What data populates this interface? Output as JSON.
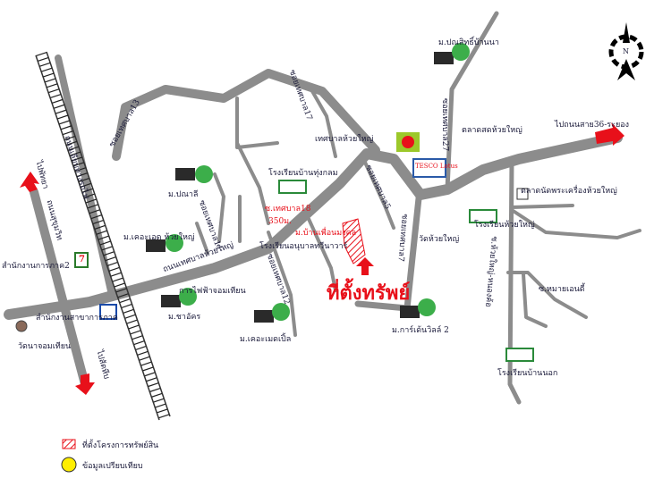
{
  "map": {
    "target_label": "ที่ตั้งทรัพย์",
    "project_label": "ม.บ้านเพื่อนมงคล",
    "distance_label": "350ม.",
    "compass_label": "N",
    "places": {
      "pananchai": "ม.ปณาลี",
      "kdoyai": "ม.เคอะเอด ห้วยใหญ่",
      "chaokha": "ม.ชาอัคร",
      "chermpeople": "ม.เคอะเมดเปิ้ล",
      "garden2": "ม.การ์เด้นวิลล์ 2",
      "prasit": "ม.ปณสิทธิ์บ้านนา",
      "school_thungklom": "โรงเรียนบ้านทุ่งกลม",
      "school_huaiyai": "โรงเรียนห้วยใหญ่",
      "school_bannong": "โรงเรียนบ้านนอก",
      "temple_huaiyai": "วัดห้วยใหญ่",
      "temple_nong": "วัดนาจอมเทียน",
      "market_huaiyai": "ตลาดสดห้วยใหญ่",
      "amulet_market": "ตลาดนัดพระเครื่องห้วยใหญ่",
      "office_region2": "สำนักงานการภาค2",
      "branch_office": "สำนักงานสาขาการภาค",
      "municipality": "เทศบาลห้วยใหญ่",
      "electric": "การไฟฟ้าจอมเทียน",
      "hall": "โรงเรียนอนุบาลทวีนาวาร์",
      "soi_ente": "ซ.หมายเอนดี้",
      "to_road36": "ไปถนนสาย36-ระยอง",
      "to_chonburi": "ไปพัทยา",
      "to_sattahip": "ไปสัตหีบ"
    },
    "roads": {
      "main": "ถนนเทศบาลห้วยใหญ่",
      "sukhumvit": "ถนนสุขุมวิท",
      "rail": "ถนนเลียบทางรถไฟ",
      "soi13": "ซอยเทศบาล13",
      "soi11": "ซอยเทศบาล11",
      "soi17": "ซอยเทศบาล17",
      "soi18": "ซ.เทศบาล18",
      "soi12": "ซอยเทศบาล12",
      "soi27": "ซอยเทศบาล27",
      "soi5": "ซอยเทศบาล5",
      "soi7": "ซอยเทศบาล7",
      "nongkhlon": "ซ.ห้วยใหญ่-หนองค้อ"
    },
    "brands": {
      "tesco": "TESCO Lotus",
      "seven": "7"
    }
  },
  "legend": {
    "project": "ที่ตั้งโครงการทรัพย์สิน",
    "comparable": "ข้อมูลเปรียบเทียบ"
  },
  "colors": {
    "road": "#8c8c8c",
    "arrow": "#e8101a",
    "text": "#1a1a3a"
  }
}
